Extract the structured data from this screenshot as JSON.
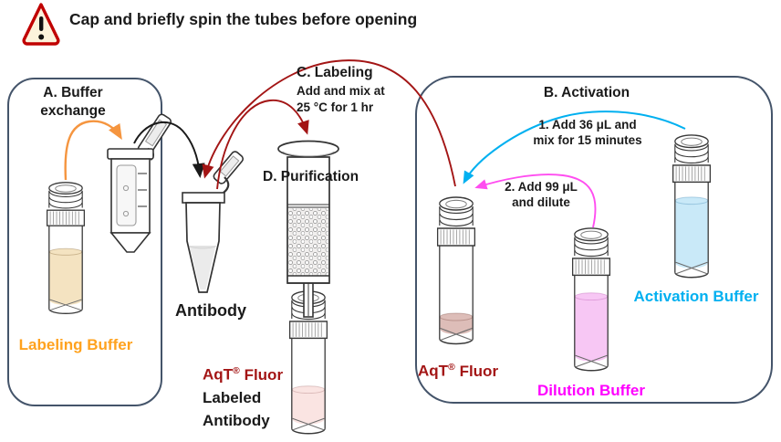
{
  "colors": {
    "panel_border": "#44546A",
    "warning_red": "#C00000",
    "warning_fill": "#FCF3DC",
    "arrow_orange": "#F5953F",
    "labeling_text_orange": "#FFA21E",
    "dark_red": "#A31515",
    "cyan": "#00B0F0",
    "magenta": "#FF00FF",
    "magenta_arrow": "#FF4DF0",
    "arrow_black": "#1A1A1A",
    "labeling_liquid": "#F4E3C1",
    "activation_liquid": "#C9E9F8",
    "dilution_liquid": "#F7C7F4",
    "aqt_liquid": "#DDBDB8",
    "product_liquid": "#FAE4E2"
  },
  "warning": {
    "text": "Cap and briefly spin the tubes before opening"
  },
  "panel_a": {
    "title_line1": "A. Buffer",
    "title_line2": "exchange",
    "buffer_label": "Labeling Buffer"
  },
  "workflow": {
    "antibody_label": "Antibody",
    "step_c": {
      "title": "C. Labeling",
      "detail1": "Add and mix at",
      "detail2": "25 °C for 1 hr"
    },
    "step_d": {
      "title": "D. Purification"
    },
    "product": {
      "brand": "AqT",
      "reg": "®",
      "name": "Fluor",
      "line2": "Labeled",
      "line3": "Antibody"
    }
  },
  "panel_b": {
    "title": "B. Activation",
    "step1_line1": "1. Add 36 μL and",
    "step1_line2": "mix for 15 minutes",
    "step2_line1": "2. Add 99 μL",
    "step2_line2": "and dilute",
    "aqt": {
      "brand": "AqT",
      "reg": "®",
      "name": "Fluor"
    },
    "dilution_label": "Dilution Buffer",
    "activation_label": "Activation Buffer"
  }
}
